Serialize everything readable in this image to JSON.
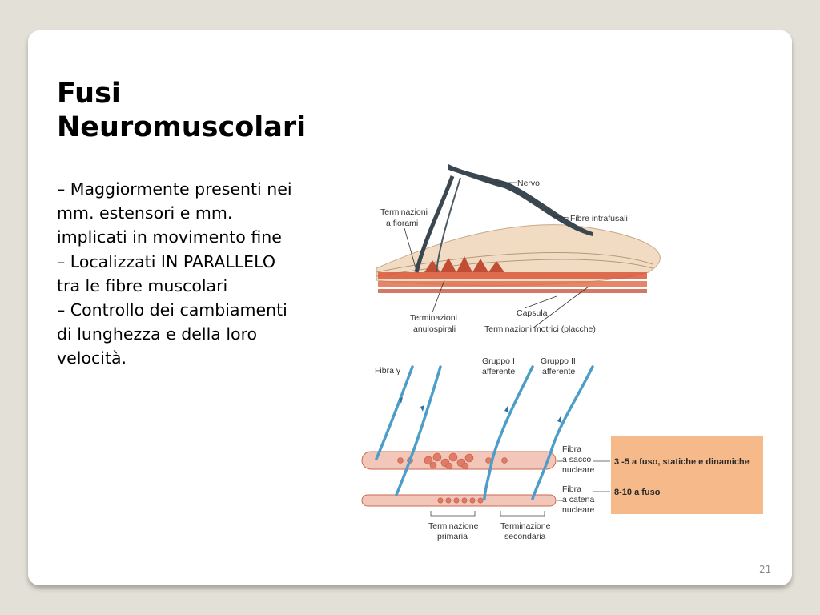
{
  "slide": {
    "title_lines": [
      "Fusi",
      "Neuromuscolari"
    ],
    "body_lines": [
      "– Maggiormente presenti nei",
      "mm. estensori e mm.",
      "implicati in movimento fine",
      "– Localizzati IN PARALLELO",
      "tra le fibre muscolari",
      "– Controllo dei cambiamenti",
      "di lunghezza e della loro",
      "velocità."
    ],
    "page_number": "21"
  },
  "figure_top": {
    "labels": {
      "nervo": "Nervo",
      "terminazioni_fiorami_1": "Terminazioni",
      "terminazioni_fiorami_2": "a fiorami",
      "fibre_intrafusali": "Fibre intrafusali",
      "capsula": "Capsula",
      "terminazioni_anulospirali_1": "Terminazioni",
      "terminazioni_anulospirali_2": "anulospirali",
      "terminazioni_motrici": "Terminazioni motrici (placche)"
    }
  },
  "figure_bottom": {
    "labels": {
      "fibra_gamma": "Fibra γ",
      "gruppo_1_a": "Gruppo I",
      "gruppo_1_b": "afferente",
      "gruppo_2_a": "Gruppo II",
      "gruppo_2_b": "afferente",
      "fibra_sacco_1": "Fibra",
      "fibra_sacco_2": "a sacco",
      "fibra_sacco_3": "nucleare",
      "fibra_catena_1": "Fibra",
      "fibra_catena_2": "a catena",
      "fibra_catena_3": "nucleare",
      "term_primaria_1": "Terminazione",
      "term_primaria_2": "primaria",
      "term_secondaria_1": "Terminazione",
      "term_secondaria_2": "secondaria"
    },
    "annotations": {
      "sacco": "3 -5 a fuso, statiche e dinamiche",
      "catena": "8-10 a fuso"
    },
    "annotation_box_color": "#f6b98a"
  }
}
